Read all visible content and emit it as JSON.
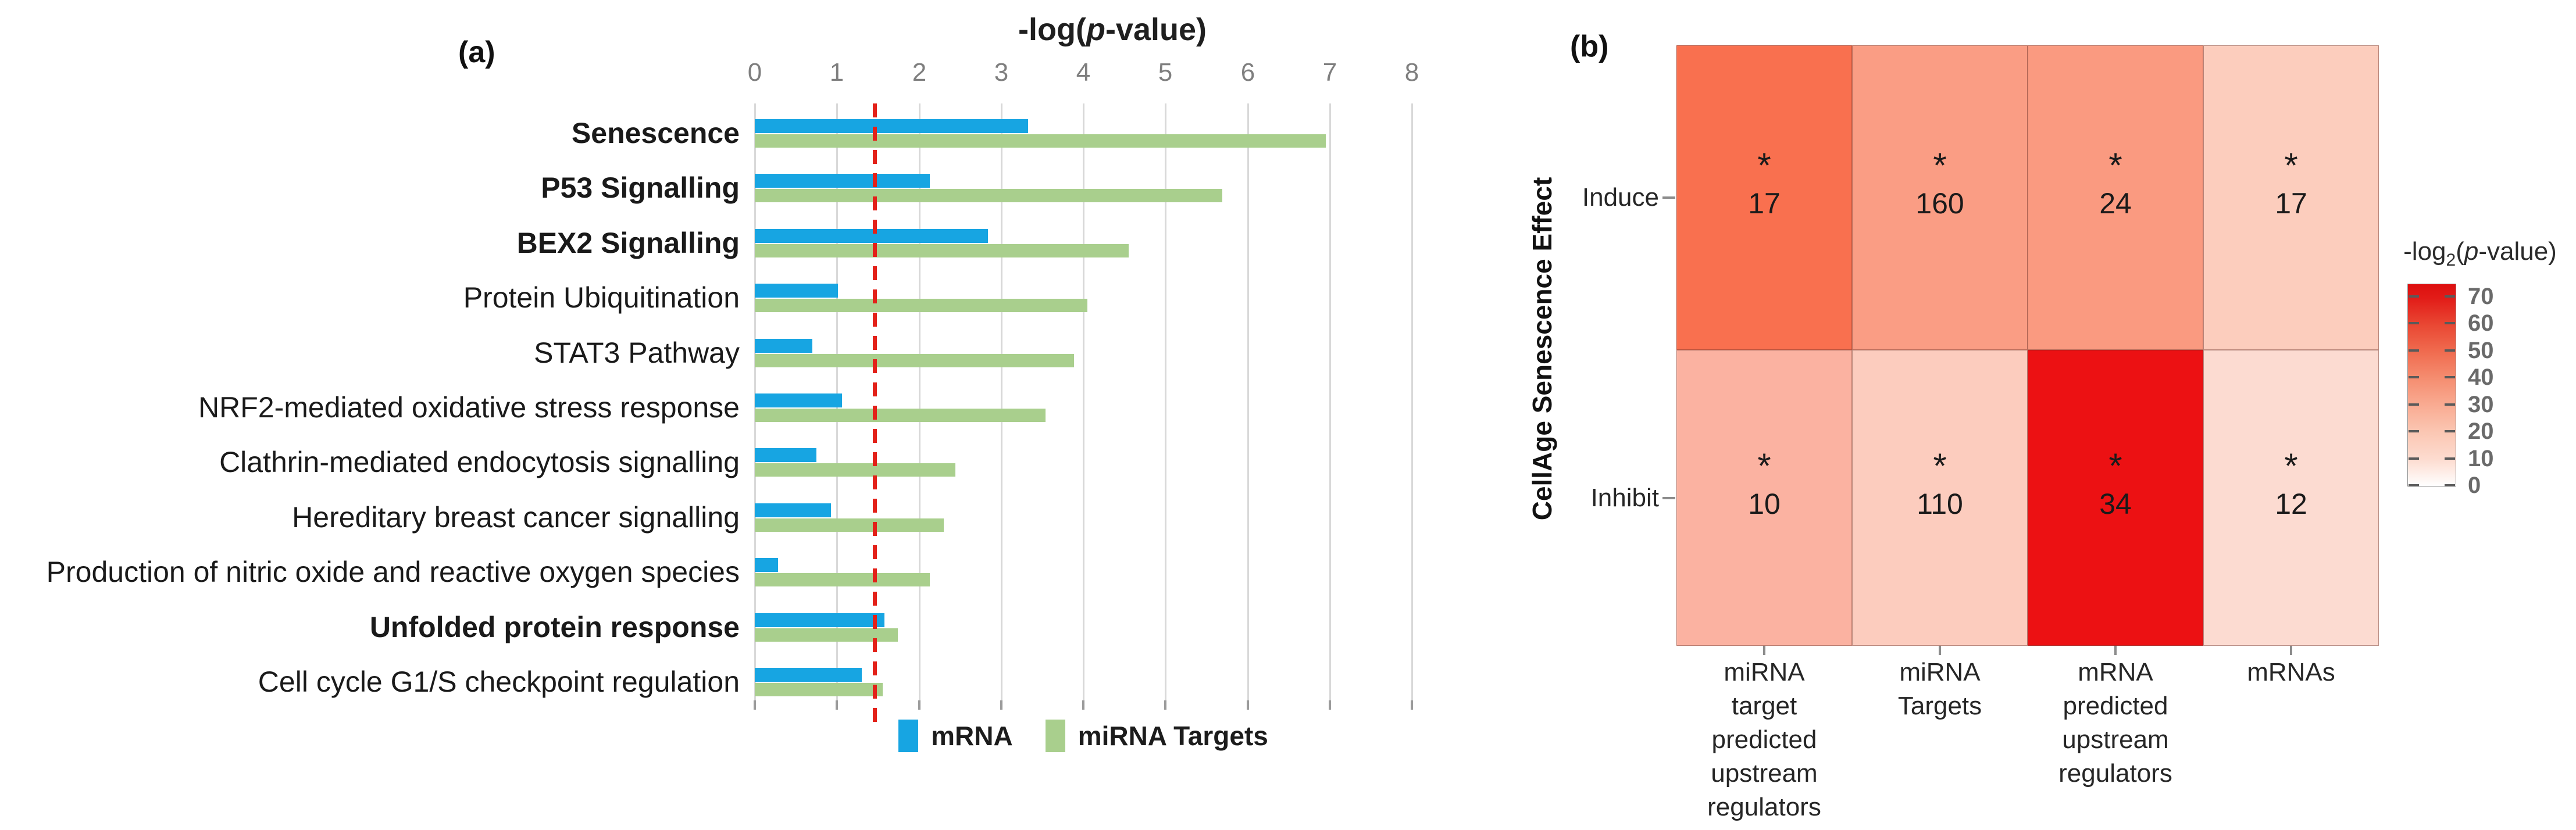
{
  "panels": {
    "a": {
      "label": "(a)",
      "title": {
        "prefix": "-log(",
        "italic": "p",
        "suffix": "-value)"
      }
    },
    "b": {
      "label": "(b)",
      "ylabel": "CellAge Senescence Effect",
      "colorbar_title": {
        "prefix": "-log",
        "sub": "2",
        "open": "(",
        "italic": "p",
        "suffix": "-value)"
      }
    }
  },
  "chart_data": [
    {
      "type": "bar",
      "orientation": "horizontal",
      "title": "-log(p-value)",
      "xlabel": "-log(p-value)",
      "ylabel": "",
      "xlim": [
        0,
        8
      ],
      "xticks": [
        0,
        1,
        2,
        3,
        4,
        5,
        6,
        7,
        8
      ],
      "grid": true,
      "legend_position": "bottom",
      "categories": [
        "Senescence",
        "P53 Signalling",
        "BEX2 Signalling",
        "Protein Ubiquitination",
        "STAT3 Pathway",
        "NRF2-mediated oxidative stress response",
        "Clathrin-mediated endocytosis signalling",
        "Hereditary breast cancer signalling",
        "Production of nitric oxide and reactive oxygen species",
        "Unfolded protein response",
        "Cell cycle G1/S checkpoint regulation"
      ],
      "bold_categories": [
        true,
        true,
        true,
        false,
        false,
        false,
        false,
        false,
        false,
        true,
        false
      ],
      "series": [
        {
          "name": "mRNA",
          "color": "#17a5e2",
          "values": [
            3.33,
            2.13,
            2.84,
            1.01,
            0.7,
            1.06,
            0.75,
            0.93,
            0.28,
            1.58,
            1.3
          ]
        },
        {
          "name": "miRNA Targets",
          "color": "#a9cf8d",
          "values": [
            6.95,
            5.69,
            4.55,
            4.05,
            3.89,
            3.54,
            2.44,
            2.3,
            2.13,
            1.74,
            1.56
          ]
        }
      ],
      "threshold_line": {
        "value": 1.46,
        "color": "#e32119",
        "style": "dashed"
      }
    },
    {
      "type": "heatmap",
      "title": "",
      "ylabel": "CellAge Senescence Effect",
      "rows": [
        "Induce",
        "Inhibit"
      ],
      "columns": [
        "miRNA target predicted upstream regulators",
        "miRNA Targets",
        "mRNA predicted upstream regulators",
        "mRNAs"
      ],
      "column_label_lines": [
        [
          "miRNA",
          "target",
          "predicted",
          "upstream",
          "regulators"
        ],
        [
          "miRNA",
          "Targets"
        ],
        [
          "mRNA",
          "predicted",
          "upstream",
          "regulators"
        ],
        [
          "mRNAs"
        ]
      ],
      "cell_counts": [
        [
          17,
          160,
          24,
          17
        ],
        [
          10,
          110,
          34,
          12
        ]
      ],
      "cell_significance": [
        [
          "*",
          "*",
          "*",
          "*"
        ],
        [
          "*",
          "*",
          "*",
          "*"
        ]
      ],
      "cell_colors": [
        [
          "#f9704f",
          "#fa9d84",
          "#fa9a80",
          "#fccdbd"
        ],
        [
          "#fbb2a1",
          "#fcccbe",
          "#ec1113",
          "#fcdbd1"
        ]
      ],
      "colorbar": {
        "title": "-log2(p-value)",
        "ticks": [
          0,
          10,
          20,
          30,
          40,
          50,
          60,
          70
        ],
        "range": [
          0,
          75
        ],
        "min_color": "#ffffff",
        "max_color": "#dd0f0f"
      }
    }
  ]
}
